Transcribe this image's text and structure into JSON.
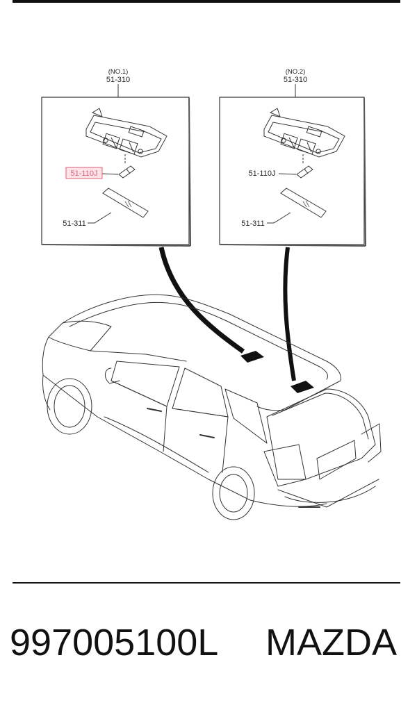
{
  "diagram": {
    "no1": {
      "label": "(NO.1)",
      "part": "51-310"
    },
    "no2": {
      "label": "(NO.2)",
      "part": "51-310"
    },
    "callouts": {
      "bulb_1": "51-110J",
      "lens_1": "51-311",
      "bulb_2": "51-110J",
      "lens_2": "51-311"
    },
    "highlight_color": "#e0607a"
  },
  "footer": {
    "part_number": "997005100L",
    "brand": "MAZDA"
  }
}
